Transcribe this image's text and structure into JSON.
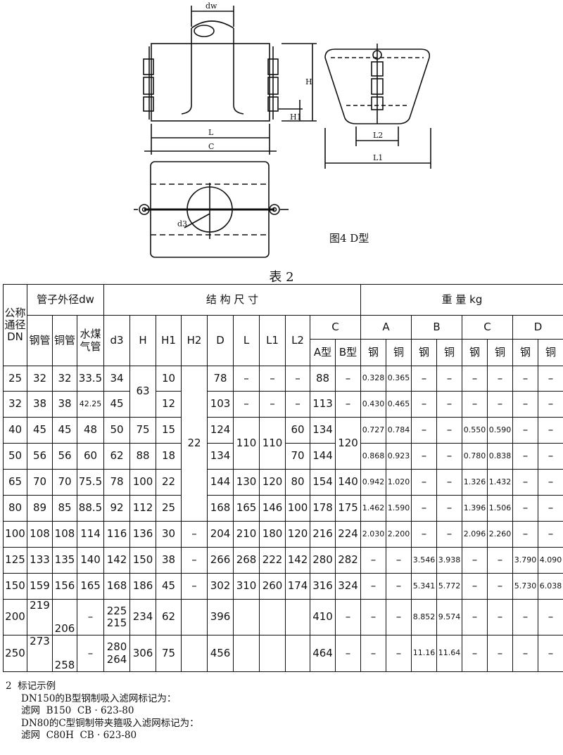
{
  "figure": {
    "caption": "图4  D型",
    "labels": {
      "dw": "dw",
      "H": "H",
      "H1": "H1",
      "L": "L",
      "C": "C",
      "L1": "L1",
      "L2": "L2",
      "d3": "d3"
    }
  },
  "table": {
    "title": "表 2",
    "header": {
      "dn": "公称通径DN",
      "pipe_od": "管子外径dw",
      "steel_pipe": "钢管",
      "copper_pipe": "铜管",
      "gas_pipe": "水煤气管",
      "structure": "结    构    尺    寸",
      "weight": "重    量   kg",
      "d3": "d3",
      "H": "H",
      "H1": "H1",
      "H2": "H2",
      "D": "D",
      "L": "L",
      "L1": "L1",
      "L2": "L2",
      "C": "C",
      "typeA": "A型",
      "typeB": "B型",
      "wA": "A",
      "wB": "B",
      "wC": "C",
      "wD": "D",
      "steel": "钢",
      "copper": "铜"
    },
    "merged": {
      "H_25_32": "63",
      "H2": "22",
      "L_40_50": "110",
      "L1_40_50": "110",
      "CB_40_50": "120"
    },
    "rows": [
      {
        "dn": "25",
        "st": "32",
        "cu": "32",
        "gas": "33.5",
        "d3": "34",
        "H1": "10",
        "D": "78",
        "L2": "–",
        "CA": "88",
        "CB": "–",
        "As": "0.328",
        "Ac": "0.365",
        "Bs": "–",
        "Bc": "–",
        "Cs": "–",
        "Cc": "–",
        "Ds": "–",
        "Dc": "–",
        "L": "–",
        "L1": "–"
      },
      {
        "dn": "32",
        "st": "38",
        "cu": "38",
        "gas": "42.25",
        "d3": "45",
        "H1": "12",
        "D": "103",
        "L2": "–",
        "CA": "113",
        "CB": "–",
        "As": "0.430",
        "Ac": "0.465",
        "Bs": "–",
        "Bc": "–",
        "Cs": "–",
        "Cc": "–",
        "Ds": "–",
        "Dc": "–",
        "L": "–",
        "L1": "–"
      },
      {
        "dn": "40",
        "st": "45",
        "cu": "45",
        "gas": "48",
        "d3": "50",
        "H": "75",
        "H1": "15",
        "D": "124",
        "L2": "60",
        "CA": "134",
        "As": "0.727",
        "Ac": "0.784",
        "Bs": "–",
        "Bc": "–",
        "Cs": "0.550",
        "Cc": "0.590",
        "Ds": "–",
        "Dc": "–"
      },
      {
        "dn": "50",
        "st": "56",
        "cu": "56",
        "gas": "60",
        "d3": "62",
        "H": "88",
        "H1": "18",
        "D": "134",
        "L2": "70",
        "CA": "144",
        "As": "0.868",
        "Ac": "0.923",
        "Bs": "–",
        "Bc": "–",
        "Cs": "0.780",
        "Cc": "0.838",
        "Ds": "–",
        "Dc": "–"
      },
      {
        "dn": "65",
        "st": "70",
        "cu": "70",
        "gas": "75.5",
        "d3": "78",
        "H": "100",
        "H1": "22",
        "D": "144",
        "L": "130",
        "L1": "120",
        "L2": "80",
        "CA": "154",
        "CB": "140",
        "As": "0.942",
        "Ac": "1.020",
        "Bs": "–",
        "Bc": "–",
        "Cs": "1.326",
        "Cc": "1.432",
        "Ds": "–",
        "Dc": "–"
      },
      {
        "dn": "80",
        "st": "89",
        "cu": "85",
        "gas": "88.5",
        "d3": "92",
        "H": "112",
        "H1": "25",
        "D": "168",
        "L": "165",
        "L1": "146",
        "L2": "100",
        "CA": "178",
        "CB": "175",
        "As": "1.462",
        "Ac": "1.590",
        "Bs": "–",
        "Bc": "–",
        "Cs": "1.396",
        "Cc": "1.506",
        "Ds": "–",
        "Dc": "–"
      },
      {
        "dn": "100",
        "st": "108",
        "cu": "108",
        "gas": "114",
        "d3": "116",
        "H": "136",
        "H1": "30",
        "H2": "–",
        "D": "204",
        "L": "210",
        "L1": "180",
        "L2": "120",
        "CA": "216",
        "CB": "224",
        "As": "2.030",
        "Ac": "2.200",
        "Bs": "–",
        "Bc": "–",
        "Cs": "2.096",
        "Cc": "2.260",
        "Ds": "–",
        "Dc": "–"
      },
      {
        "dn": "125",
        "st": "133",
        "cu": "135",
        "gas": "140",
        "d3": "142",
        "H": "150",
        "H1": "38",
        "H2": "–",
        "D": "266",
        "L": "268",
        "L1": "222",
        "L2": "142",
        "CA": "280",
        "CB": "282",
        "As": "–",
        "Ac": "–",
        "Bs": "3.546",
        "Bc": "3.938",
        "Cs": "–",
        "Cc": "–",
        "Ds": "3.790",
        "Dc": "4.090"
      },
      {
        "dn": "150",
        "st": "159",
        "cu": "156",
        "gas": "165",
        "d3": "168",
        "H": "186",
        "H1": "45",
        "H2": "–",
        "D": "302",
        "L": "310",
        "L1": "260",
        "L2": "174",
        "CA": "316",
        "CB": "324",
        "As": "–",
        "Ac": "–",
        "Bs": "5.341",
        "Bc": "5.772",
        "Cs": "–",
        "Cc": "–",
        "Ds": "5.730",
        "Dc": "6.038"
      },
      {
        "dn": "200",
        "st": "219",
        "cu": "206",
        "gas": "–",
        "d3a": "225",
        "d3b": "215",
        "H": "234",
        "H1": "62",
        "D": "396",
        "CA": "410",
        "CB": "–",
        "As": "–",
        "Ac": "–",
        "Bs": "8.852",
        "Bc": "9.574",
        "Cs": "–",
        "Cc": "–",
        "Ds": "–",
        "Dc": "–"
      },
      {
        "dn": "250",
        "st": "273",
        "cu": "258",
        "gas": "–",
        "d3a": "280",
        "d3b": "264",
        "H": "306",
        "H1": "75",
        "D": "456",
        "CA": "464",
        "CB": "–",
        "As": "–",
        "Ac": "–",
        "Bs": "11.16",
        "Bc": "11.64",
        "Cs": "–",
        "Cc": "–",
        "Ds": "–",
        "Dc": "–"
      }
    ]
  },
  "notes": {
    "heading": "2  标记示例",
    "line1": "DN150的B型钢制吸入滤网标记为：",
    "line2": "滤网  B150  CB · 623-80",
    "line3": "DN80的C型铜制带夹箍吸入滤网标记为：",
    "line4": "滤网  C80H  CB · 623-80"
  }
}
